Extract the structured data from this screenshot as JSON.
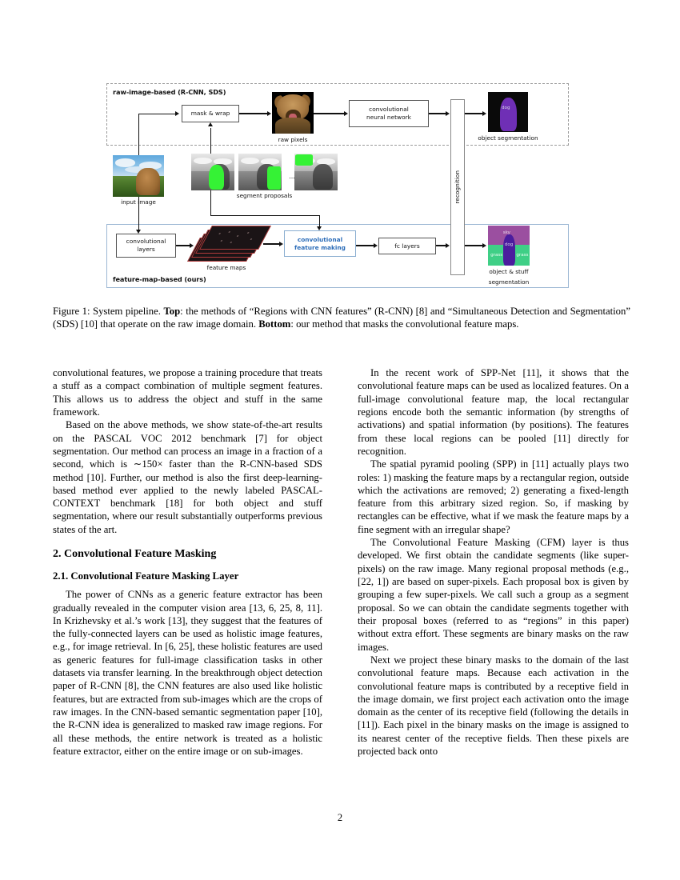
{
  "figure": {
    "top_frame_label": "raw-image-based (R-CNN, SDS)",
    "bottom_frame_label": "feature-map-based (ours)",
    "boxes": {
      "mask_wrap": "mask & wrap",
      "cnn": "convolutional\nneural network",
      "recognition": "recognition",
      "conv_layers": "convolutional\nlayers",
      "cfm": "convolutional\nfeature making",
      "fc_layers": "fc layers"
    },
    "image_captions": {
      "raw_pixels": "raw pixels",
      "object_segmentation": "object segmentation",
      "input_image": "input image",
      "segment_proposals": "segment proposals",
      "feature_maps": "feature maps",
      "object_stuff_segmentation_l1": "object & stuff",
      "object_stuff_segmentation_l2": "segmentation",
      "ellipsis": "..."
    },
    "image_inline_labels": {
      "dog": "dog",
      "sky": "sky",
      "grass_left": "grass",
      "grass_right": "grass"
    },
    "colors": {
      "cfm_accent": "#2b6cb8",
      "cfm_border": "#8aaed0",
      "bottom_frame_border": "#9cb7d4",
      "segment_mask_green": "#35f235",
      "feature_map_border": "#b03a3a",
      "object_seg_purple": "#6f2fb5",
      "stuff_sky_purple": "#9b4fa0",
      "stuff_grass_green": "#3fcf86",
      "stuff_dog_purple": "#4b1d9e"
    }
  },
  "caption": {
    "text": "Figure 1: System pipeline. Top: the methods of “Regions with CNN features” (R-CNN) [8] and “Simultaneous Detection and Segmentation” (SDS) [10] that operate on the raw image domain. Bottom: our method that masks the convolutional feature maps.",
    "label": "Figure 1:",
    "bold_top": "Top",
    "bold_bottom": "Bottom"
  },
  "left_column": {
    "para1": "convolutional features, we propose a training procedure that treats a stuff as a compact combination of multiple segment features. This allows us to address the object and stuff in the same framework.",
    "para2": "Based on the above methods, we show state-of-the-art results on the PASCAL VOC 2012 benchmark [7] for object segmentation. Our method can process an image in a fraction of a second, which is ∼150× faster than the R-CNN-based SDS method [10]. Further, our method is also the first deep-learning-based method ever applied to the newly labeled PASCAL-CONTEXT benchmark [18] for both object and stuff segmentation, where our result substantially outperforms previous states of the art.",
    "section_heading": "2. Convolutional Feature Masking",
    "subsection_heading": "2.1. Convolutional Feature Masking Layer",
    "para3": "The power of CNNs as a generic feature extractor has been gradually revealed in the computer vision area [13, 6, 25, 8, 11]. In Krizhevsky et al.’s work [13], they suggest that the features of the fully-connected layers can be used as holistic image features, e.g., for image retrieval. In [6, 25], these holistic features are used as generic features for full-image classification tasks in other datasets via transfer learning. In the breakthrough object detection paper of R-CNN [8], the CNN features are also used like holistic features, but are extracted from sub-images which are the crops of raw images. In the CNN-based semantic segmentation paper [10], the R-CNN idea is generalized to masked raw image regions. For all these methods, the entire network is treated as a holistic feature extractor, either on the entire image or on sub-images."
  },
  "right_column": {
    "para1": "In the recent work of SPP-Net [11], it shows that the convolutional feature maps can be used as localized features. On a full-image convolutional feature map, the local rectangular regions encode both the semantic information (by strengths of activations) and spatial information (by positions). The features from these local regions can be pooled [11] directly for recognition.",
    "para2": "The spatial pyramid pooling (SPP) in [11] actually plays two roles: 1) masking the feature maps by a rectangular region, outside which the activations are removed; 2) generating a fixed-length feature from this arbitrary sized region. So, if masking by rectangles can be effective, what if we mask the feature maps by a fine segment with an irregular shape?",
    "para3": "The Convolutional Feature Masking (CFM) layer is thus developed. We first obtain the candidate segments (like super-pixels) on the raw image. Many regional proposal methods (e.g., [22, 1]) are based on super-pixels. Each proposal box is given by grouping a few super-pixels. We call such a group as a segment proposal. So we can obtain the candidate segments together with their proposal boxes (referred to as “regions” in this paper) without extra effort. These segments are binary masks on the raw images.",
    "para4": "Next we project these binary masks to the domain of the last convolutional feature maps. Because each activation in the convolutional feature maps is contributed by a receptive field in the image domain, we first project each activation onto the image domain as the center of its receptive field (following the details in [11]). Each pixel in the binary masks on the image is assigned to its nearest center of the receptive fields. Then these pixels are projected back onto"
  },
  "footer": {
    "page_number": "2"
  }
}
